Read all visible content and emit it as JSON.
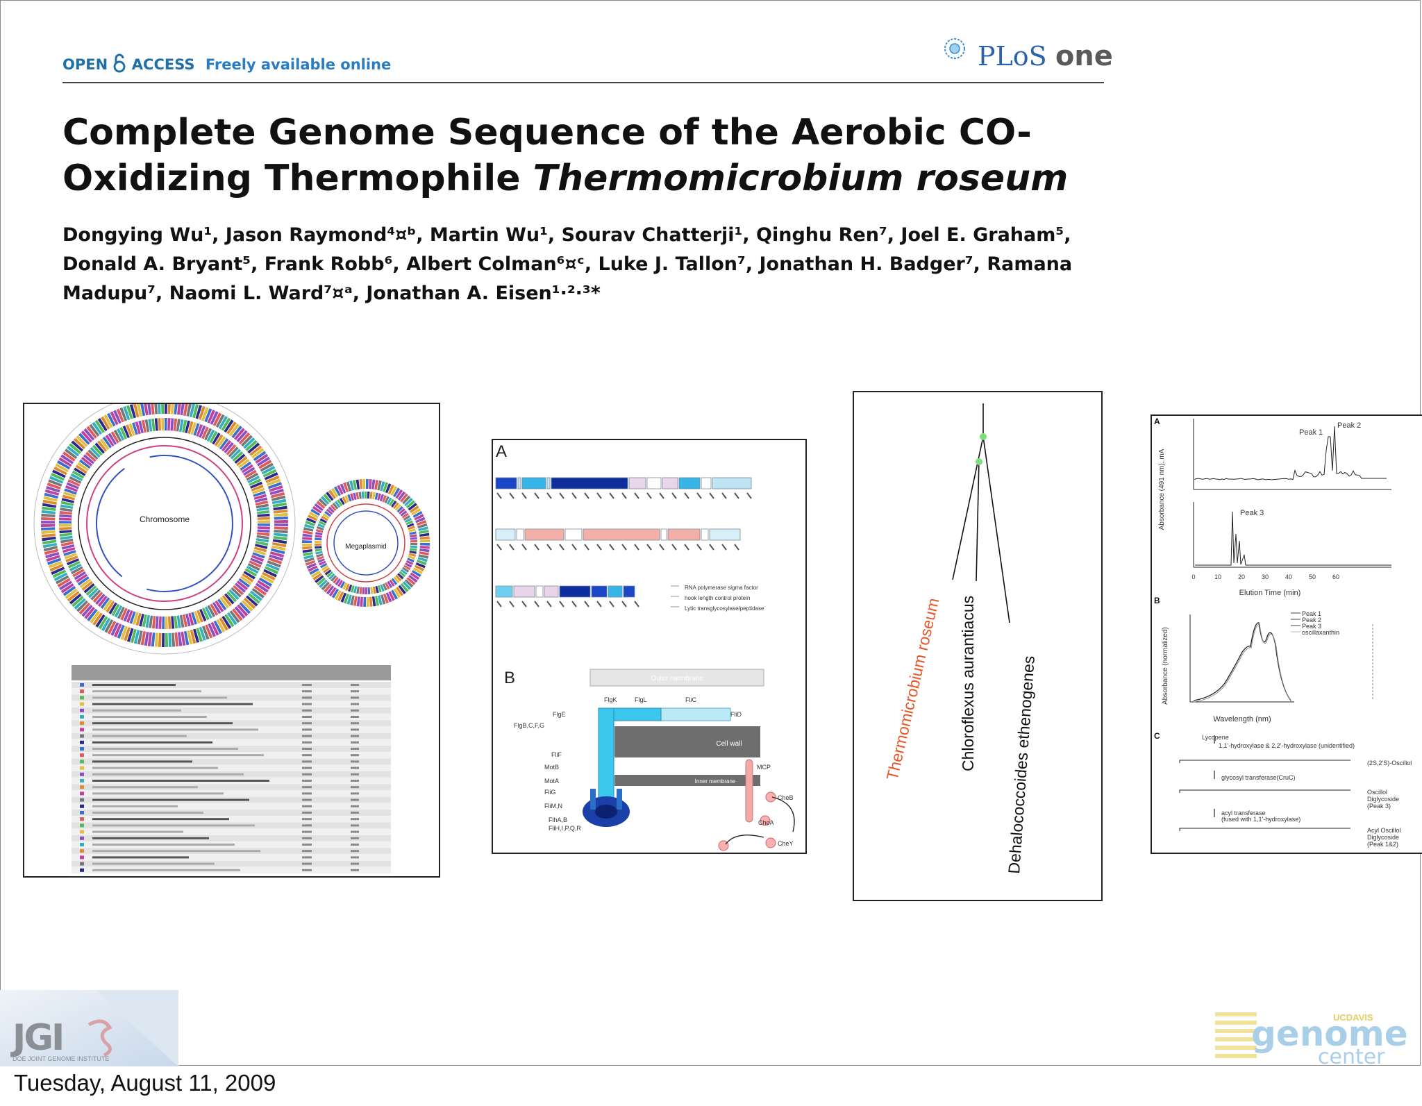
{
  "header": {
    "open_access": "OPEN",
    "access": "ACCESS",
    "freely": "Freely available online",
    "journal_plos": "PLoS",
    "journal_one": "one"
  },
  "paper": {
    "title_line1": "Complete Genome Sequence of the Aerobic CO-",
    "title_line2_plain": "Oxidizing Thermophile ",
    "title_line2_italic": "Thermomicrobium roseum",
    "authors_line1": "Dongying Wu¹, Jason Raymond⁴¤ᵇ, Martin Wu¹, Sourav Chatterji¹, Qinghu Ren⁷, Joel E. Graham⁵,",
    "authors_line2": "Donald A. Bryant⁵, Frank Robb⁶, Albert Colman⁶¤ᶜ, Luke J. Tallon⁷, Jonathan H. Badger⁷, Ramana",
    "authors_line3": "Madupu⁷, Naomi L. Ward⁷¤ᵃ, Jonathan A. Eisen¹·²·³*"
  },
  "figure_genome": {
    "chromosome": "Chromosome",
    "megaplasmid": "Megaplasmid"
  },
  "figure_flagella": {
    "panel_a": "A",
    "panel_b": "B",
    "legend1": "RNA polymerase sigma factor",
    "legend2": "hook length control protein",
    "legend3": "Lytic transglycosylase/peptidase",
    "outer_membrane": "Outer membrane",
    "cell_wall": "Cell wall",
    "inner_membrane": "Inner membrane",
    "flgk": "FlgK",
    "flgl": "FlgL",
    "flic": "FliC",
    "flgE": "FlgE",
    "fliD": "FliD",
    "flgBCFG": "FlgB,C,F,G",
    "flif": "FliF",
    "motb": "MotB",
    "mota": "MotA",
    "flig": "FliG",
    "flimn": "FliM,N",
    "flhab": "FlhA,B",
    "fliHIPQR": "FliH,I,P,Q,R",
    "mcp": "MCP",
    "chea": "CheA",
    "chey": "CheY",
    "cheb": "CheB"
  },
  "figure_tree": {
    "taxon1": "Thermomicrobium roseum",
    "taxon2": "Chloroflexus aurantiacus",
    "taxon3": "Dehalococcoides ethenogenes",
    "taxon1_color": "#e8572a"
  },
  "figure_carotenoid": {
    "panel_a": "A",
    "panel_b": "B",
    "panel_c": "C",
    "peak1": "Peak 1",
    "peak2": "Peak 2",
    "peak3": "Peak 3",
    "ylabel_a": "Absorbance (491 nm), mA",
    "xlabel_a": "Elution Time (min)",
    "ylabel_b": "Absorbance (normalized)",
    "xlabel_b": "Wavelength (nm)",
    "legend_b1": "Peak 1",
    "legend_b2": "Peak 2",
    "legend_b3": "Peak 3",
    "legend_b4": "oscillaxanthin",
    "lycopene": "Lycopene",
    "step1": "1,1'-hydroxylase  &  2,2'-hydroxylase (unidentified)",
    "prod1": "(2S,2'S)-Oscillol",
    "step2": "glycosyl transferase(CruC)",
    "prod2a": "Oscillol",
    "prod2b": "Diglycoside",
    "prod2c": "(Peak 3)",
    "step3a": "acyl transferase",
    "step3b": "(fused with 1,1'-hydroxylase)",
    "prod3a": "Acyl Oscillol",
    "prod3b": "Diglycoside",
    "prod3c": "(Peak 1&2)"
  },
  "footer": {
    "jgi": "JGI",
    "jgi_sub": "DOE JOINT GENOME INSTITUTE",
    "ucdavis": "UCDAVIS",
    "genome": "genome",
    "center": "center",
    "date": "Tuesday, August 11, 2009"
  }
}
